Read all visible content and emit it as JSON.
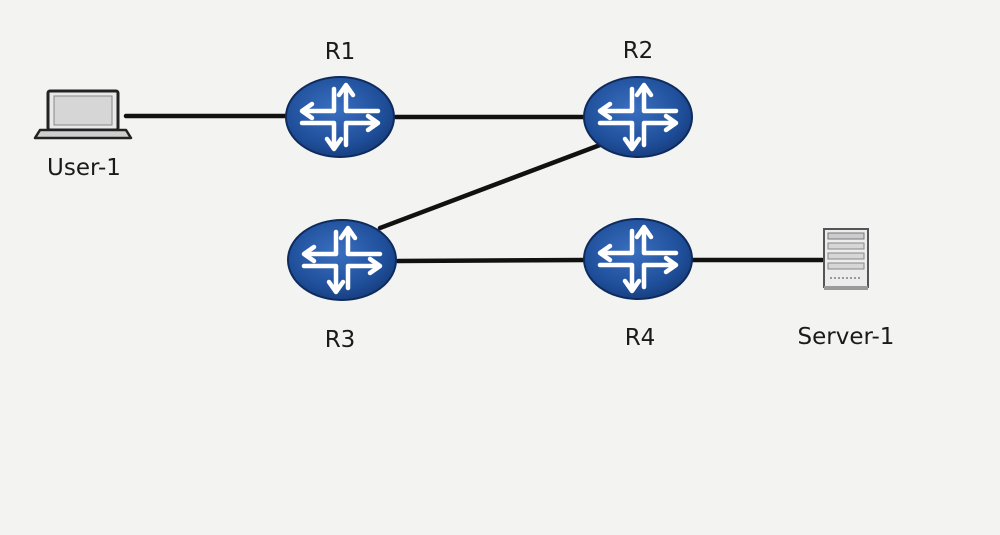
{
  "labels": {
    "r1": "R1",
    "r2": "R2",
    "r3": "R3",
    "r4": "R4",
    "user1": "User-1",
    "server1": "Server-1"
  },
  "icons": {
    "router": "router-icon",
    "laptop": "laptop-icon",
    "server": "server-icon"
  },
  "colors": {
    "router_fill": "#1f4f9a",
    "router_arrows": "#ffffff",
    "link": "#111111",
    "background": "#f3f3f1"
  },
  "connections": [
    [
      "User-1",
      "R1"
    ],
    [
      "R1",
      "R2"
    ],
    [
      "R2",
      "R3"
    ],
    [
      "R3",
      "R4"
    ],
    [
      "R4",
      "Server-1"
    ]
  ]
}
